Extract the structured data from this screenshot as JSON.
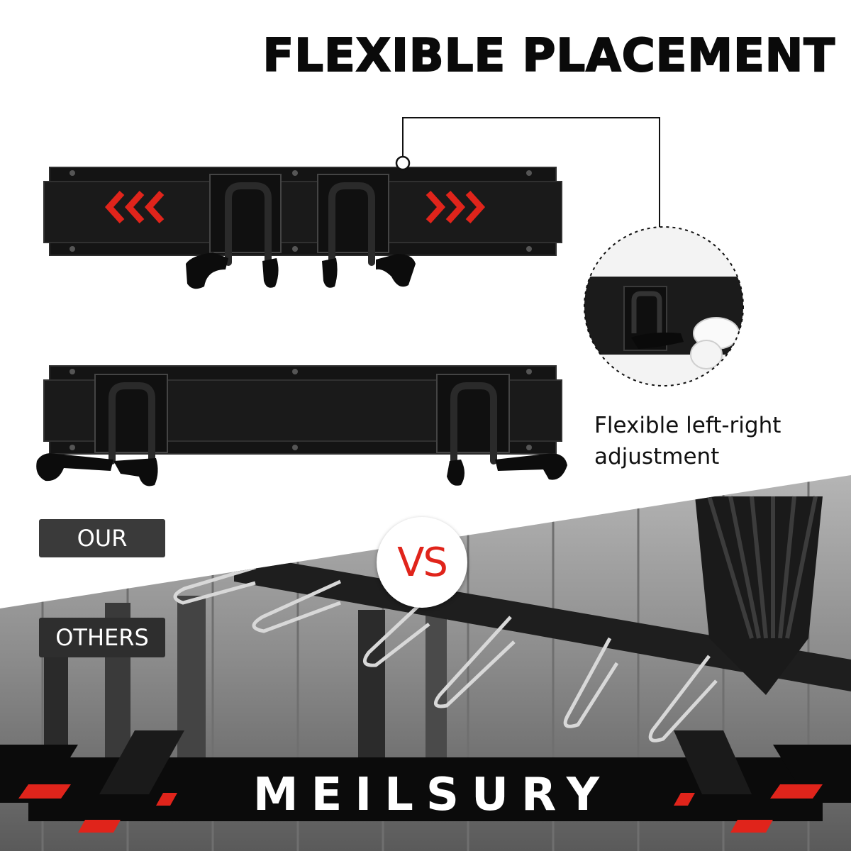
{
  "headline": "FLEXIBLE PLACEMENT",
  "caption": {
    "line1": "Flexible left-right",
    "line2": "adjustment"
  },
  "comparison": {
    "ours": "OUR",
    "versus": "VS",
    "others": "OTHERS"
  },
  "brand": "MEILSURY",
  "colors": {
    "accent_red": "#e0241b",
    "dark": "#0a0a0a",
    "label_gray": "#3a3a3a"
  }
}
